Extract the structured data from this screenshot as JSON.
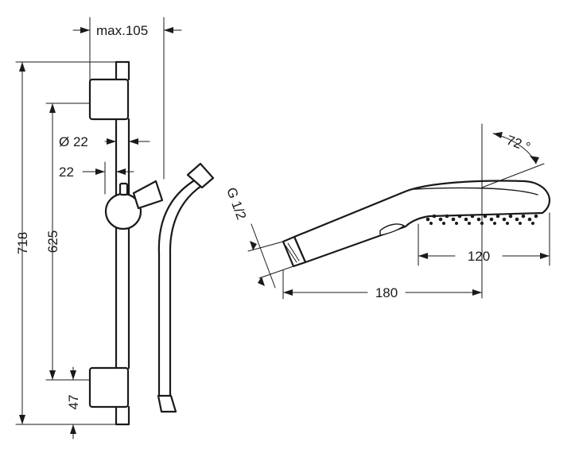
{
  "dimensions": {
    "max_offset": "max.105",
    "diameter": "Ø 22",
    "bracket": "22",
    "overall_height": "718",
    "slide_height": "625",
    "bottom_offset": "47",
    "thread": "G 1/2",
    "angle": "72 °",
    "head_width": "120",
    "handle_length": "180"
  }
}
